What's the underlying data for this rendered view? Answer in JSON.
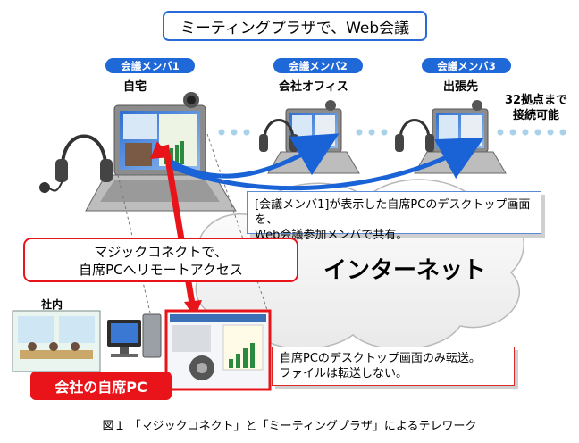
{
  "title": "ミーティングプラザで、Web会議",
  "members": [
    {
      "badge": "会議メンバ1",
      "location": "自宅"
    },
    {
      "badge": "会議メンバ2",
      "location": "会社オフィス"
    },
    {
      "badge": "会議メンバ3",
      "location": "出張先"
    }
  ],
  "connect_note": [
    "32拠点まで",
    "接続可能"
  ],
  "share_callout": [
    "[会議メンバ1]が表示した自席PCのデスクトップ画面を、",
    "Web会議参加メンバで共有。"
  ],
  "remote_callout": [
    "マジックコネクトで、",
    "自席PCへリモートアクセス"
  ],
  "internet_label": "インターネット",
  "office_label": "社内",
  "office_pc_label": "会社の自席PC",
  "transfer_callout": [
    "自席PCのデスクトップ画面のみ転送。",
    "ファイルは転送しない。"
  ],
  "caption": "図１ 「マジックコネクト」と「ミーティングプラザ」によるテレワーク",
  "colors": {
    "accent_blue": "#1f68d8",
    "arrow_red": "#e8141a",
    "callout_border": "#d92a2a"
  }
}
